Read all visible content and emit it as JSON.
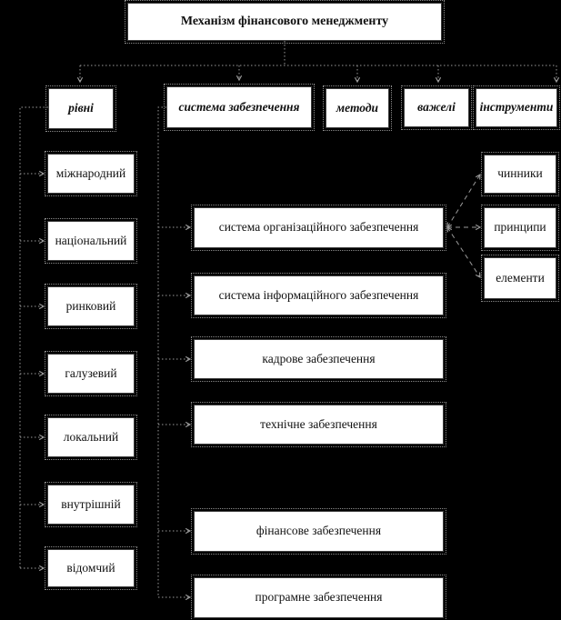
{
  "diagram": {
    "title": "Механізм фінансового менеджменту",
    "branches": [
      "рівні",
      "система забезпечення",
      "методи",
      "важелі",
      "інструменти"
    ],
    "levels": [
      "міжнародний",
      "національний",
      "ринковий",
      "галузевий",
      "локальний",
      "внутрішній",
      "відомчий"
    ],
    "support": [
      "система організаційного забезпечення",
      "система інформаційного забезпечення",
      "кадрове забезпечення",
      "технічне забезпечення",
      "фінансове забезпечення",
      "програмне забезпечення"
    ],
    "aspects": [
      "чинники",
      "принципи",
      "елементи"
    ],
    "colors": {
      "background": "#000000",
      "node_fill": "#ffffff",
      "node_border": "#3c3c3c",
      "connector": "#9a9a9a",
      "text": "#101010"
    }
  }
}
